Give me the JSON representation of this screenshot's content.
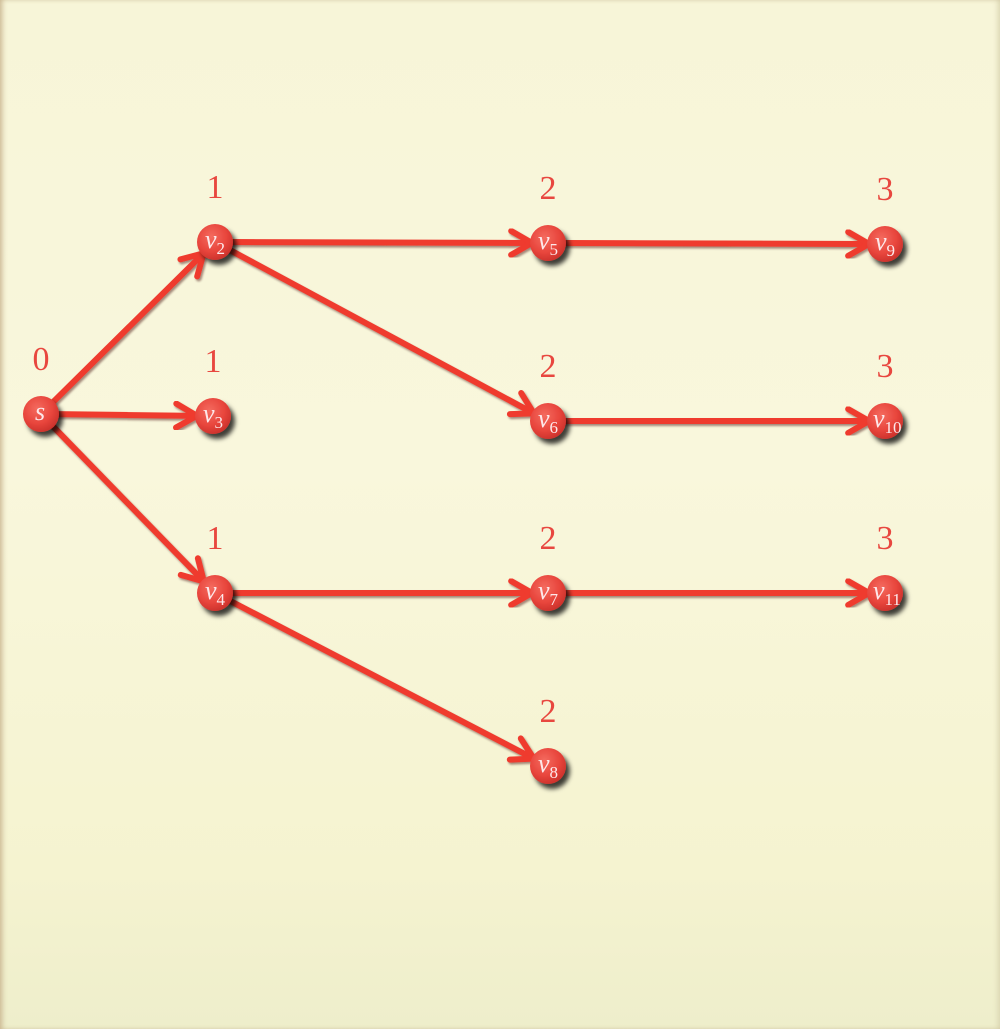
{
  "graph": {
    "edge_color": "#ef3a2e",
    "node_color": "#e8453c",
    "label_color": "#e8473f",
    "nodes": [
      {
        "id": "s",
        "name": "s",
        "sub": "",
        "level": "0"
      },
      {
        "id": "v2",
        "name": "v",
        "sub": "2",
        "level": "1"
      },
      {
        "id": "v3",
        "name": "v",
        "sub": "3",
        "level": "1"
      },
      {
        "id": "v4",
        "name": "v",
        "sub": "4",
        "level": "1"
      },
      {
        "id": "v5",
        "name": "v",
        "sub": "5",
        "level": "2"
      },
      {
        "id": "v6",
        "name": "v",
        "sub": "6",
        "level": "2"
      },
      {
        "id": "v7",
        "name": "v",
        "sub": "7",
        "level": "2"
      },
      {
        "id": "v8",
        "name": "v",
        "sub": "8",
        "level": "2"
      },
      {
        "id": "v9",
        "name": "v",
        "sub": "9",
        "level": "3"
      },
      {
        "id": "v10",
        "name": "v",
        "sub": "10",
        "level": "3"
      },
      {
        "id": "v11",
        "name": "v",
        "sub": "11",
        "level": "3"
      }
    ],
    "edges": [
      {
        "from": "s",
        "to": "v2"
      },
      {
        "from": "s",
        "to": "v3"
      },
      {
        "from": "s",
        "to": "v4"
      },
      {
        "from": "v2",
        "to": "v5"
      },
      {
        "from": "v2",
        "to": "v6"
      },
      {
        "from": "v4",
        "to": "v7"
      },
      {
        "from": "v4",
        "to": "v8"
      },
      {
        "from": "v5",
        "to": "v9"
      },
      {
        "from": "v6",
        "to": "v10"
      },
      {
        "from": "v7",
        "to": "v11"
      }
    ]
  }
}
